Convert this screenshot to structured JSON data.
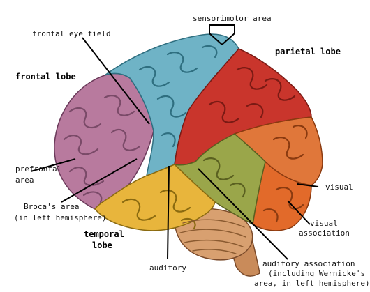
{
  "labels": {
    "sensorimotor_area": "sensorimotor area",
    "frontal_eye_field": "frontal eye field",
    "parietal_lobe": "parietal lobe",
    "frontal_lobe": "frontal lobe",
    "prefrontal_line1": "prefrontal",
    "prefrontal_line2": "area",
    "broca_line1": "Broca's area",
    "broca_line2": "(in left hemisphere)",
    "temporal_line1": "temporal",
    "temporal_line2": "lobe",
    "auditory": "auditory",
    "visual": "visual",
    "visual_association_line1": "visual",
    "visual_association_line2": "association",
    "auditory_association_line1": "auditory association",
    "auditory_association_line2": "(including Wernicke's",
    "auditory_association_line3": "area, in left hemisphere)"
  },
  "regions": [
    {
      "name": "prefrontal",
      "color": "#b87a9e"
    },
    {
      "name": "frontal-eye-field",
      "color": "#6fb3c6"
    },
    {
      "name": "sensorimotor",
      "color": "#c9352c"
    },
    {
      "name": "parietal",
      "color": "#e0773a"
    },
    {
      "name": "visual-association",
      "color": "#e26a2a"
    },
    {
      "name": "auditory",
      "color": "#9aa64a"
    },
    {
      "name": "temporal",
      "color": "#e8b53c"
    },
    {
      "name": "cerebellum",
      "color": "#d8a070"
    },
    {
      "name": "brainstem",
      "color": "#c98b5a"
    }
  ]
}
